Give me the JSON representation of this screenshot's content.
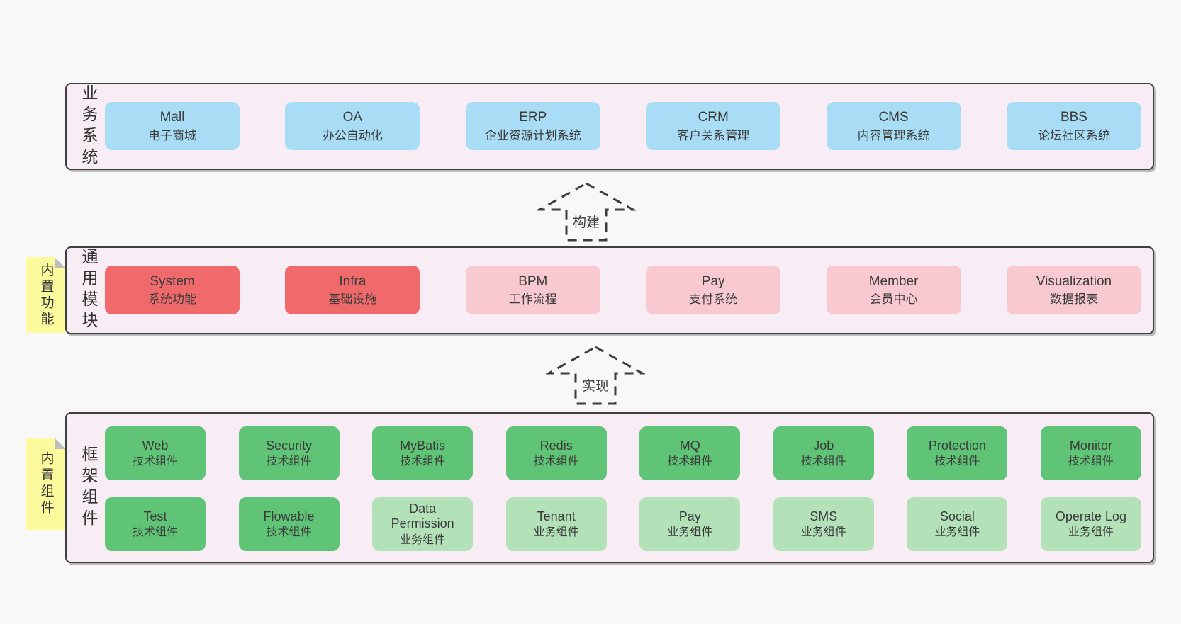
{
  "sections": [
    {
      "label": "业务系统",
      "boxes": [
        {
          "title": "Mall",
          "subtitle": "电子商城",
          "color": "blue"
        },
        {
          "title": "OA",
          "subtitle": "办公自动化",
          "color": "blue"
        },
        {
          "title": "ERP",
          "subtitle": "企业资源计划系统",
          "color": "blue"
        },
        {
          "title": "CRM",
          "subtitle": "客户关系管理",
          "color": "blue"
        },
        {
          "title": "CMS",
          "subtitle": "内容管理系统",
          "color": "blue"
        },
        {
          "title": "BBS",
          "subtitle": "论坛社区系统",
          "color": "blue"
        }
      ]
    },
    {
      "label": "通用模块",
      "sticky_note": "内置功能",
      "boxes": [
        {
          "title": "System",
          "subtitle": "系统功能",
          "color": "red"
        },
        {
          "title": "Infra",
          "subtitle": "基础设施",
          "color": "red"
        },
        {
          "title": "BPM",
          "subtitle": "工作流程",
          "color": "pink"
        },
        {
          "title": "Pay",
          "subtitle": "支付系统",
          "color": "pink"
        },
        {
          "title": "Member",
          "subtitle": "会员中心",
          "color": "pink"
        },
        {
          "title": "Visualization",
          "subtitle": "数据报表",
          "color": "pink"
        }
      ]
    },
    {
      "label": "框架组件",
      "sticky_note": "内置组件",
      "rows": [
        [
          {
            "title": "Web",
            "subtitle": "技术组件",
            "color": "green"
          },
          {
            "title": "Security",
            "subtitle": "技术组件",
            "color": "green"
          },
          {
            "title": "MyBatis",
            "subtitle": "技术组件",
            "color": "green"
          },
          {
            "title": "Redis",
            "subtitle": "技术组件",
            "color": "green"
          },
          {
            "title": "MQ",
            "subtitle": "技术组件",
            "color": "green"
          },
          {
            "title": "Job",
            "subtitle": "技术组件",
            "color": "green"
          },
          {
            "title": "Protection",
            "subtitle": "技术组件",
            "color": "green"
          },
          {
            "title": "Monitor",
            "subtitle": "技术组件",
            "color": "green"
          }
        ],
        [
          {
            "title": "Test",
            "subtitle": "技术组件",
            "color": "green"
          },
          {
            "title": "Flowable",
            "subtitle": "技术组件",
            "color": "green"
          },
          {
            "title": "Data Permission",
            "subtitle": "业务组件",
            "color": "light_green"
          },
          {
            "title": "Tenant",
            "subtitle": "业务组件",
            "color": "light_green"
          },
          {
            "title": "Pay",
            "subtitle": "业务组件",
            "color": "light_green"
          },
          {
            "title": "SMS",
            "subtitle": "业务组件",
            "color": "light_green"
          },
          {
            "title": "Social",
            "subtitle": "业务组件",
            "color": "light_green"
          },
          {
            "title": "Operate Log",
            "subtitle": "业务组件",
            "color": "light_green"
          }
        ]
      ]
    }
  ],
  "arrows": [
    {
      "label": "构建"
    },
    {
      "label": "实现"
    }
  ],
  "colors": {
    "blue": "#a9dcf5",
    "red": "#f16a6b",
    "pink": "#f9c9d2",
    "green": "#5fc475",
    "light_green": "#b3e2b9",
    "sticky": "#fbfa9c",
    "layer_bg": "#f8edf5",
    "border": "#3f3f3f",
    "page_bg": "#f8f8f8"
  }
}
